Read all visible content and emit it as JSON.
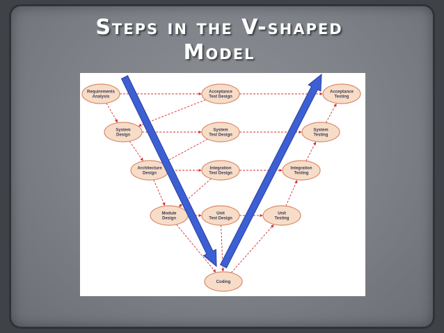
{
  "slide": {
    "title_line1": "Steps in the V-shaped",
    "title_line2": "Model"
  },
  "diagram": {
    "nodes": [
      {
        "id": "req",
        "lines": [
          "Requirements",
          "Analysis"
        ]
      },
      {
        "id": "sys",
        "lines": [
          "System",
          "Design"
        ]
      },
      {
        "id": "arch",
        "lines": [
          "Architecture",
          "Design"
        ]
      },
      {
        "id": "mod",
        "lines": [
          "Module",
          "Design"
        ]
      },
      {
        "id": "atd",
        "lines": [
          "Acceptance",
          "Test Design"
        ]
      },
      {
        "id": "std",
        "lines": [
          "System",
          "Test Design"
        ]
      },
      {
        "id": "itd",
        "lines": [
          "Integration",
          "Test Design"
        ]
      },
      {
        "id": "utd",
        "lines": [
          "Unit",
          "Test Design"
        ]
      },
      {
        "id": "code",
        "lines": [
          "Coding"
        ]
      },
      {
        "id": "at",
        "lines": [
          "Acceptance",
          "Testing"
        ]
      },
      {
        "id": "st",
        "lines": [
          "System",
          "Testing"
        ]
      },
      {
        "id": "it",
        "lines": [
          "Integration",
          "Testing"
        ]
      },
      {
        "id": "ut",
        "lines": [
          "Unit",
          "Testing"
        ]
      }
    ],
    "edges": [
      [
        "req",
        "sys"
      ],
      [
        "sys",
        "arch"
      ],
      [
        "arch",
        "mod"
      ],
      [
        "mod",
        "code"
      ],
      [
        "req",
        "atd"
      ],
      [
        "atd",
        "at"
      ],
      [
        "sys",
        "std"
      ],
      [
        "std",
        "st"
      ],
      [
        "arch",
        "itd"
      ],
      [
        "itd",
        "it"
      ],
      [
        "mod",
        "utd"
      ],
      [
        "utd",
        "ut"
      ],
      [
        "code",
        "ut"
      ],
      [
        "ut",
        "it"
      ],
      [
        "it",
        "st"
      ],
      [
        "st",
        "at"
      ],
      [
        "atd",
        "sys"
      ],
      [
        "std",
        "arch"
      ],
      [
        "itd",
        "mod"
      ],
      [
        "utd",
        "code"
      ]
    ]
  }
}
